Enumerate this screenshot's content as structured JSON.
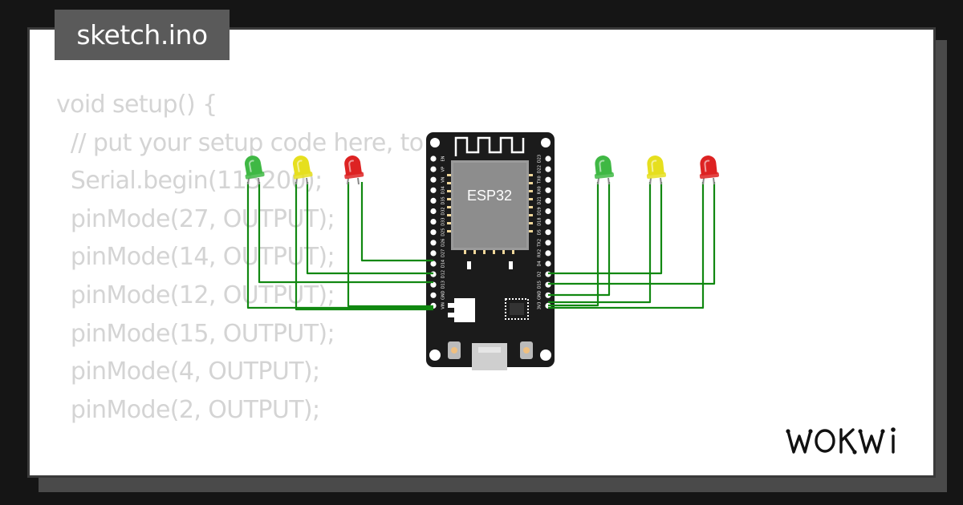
{
  "file_tab": {
    "label": "sketch.ino"
  },
  "code_lines": [
    "void setup() {",
    "  // put your setup code here, to run once:",
    "  Serial.begin(115200);",
    "  pinMode(27, OUTPUT);",
    "  pinMode(14, OUTPUT);",
    "  pinMode(12, OUTPUT);",
    "  pinMode(15, OUTPUT);",
    "  pinMode(4, OUTPUT);",
    "  pinMode(2, OUTPUT);"
  ],
  "board": {
    "chip_label": "ESP32",
    "left_pins": [
      "EN",
      "VP",
      "VN",
      "D34",
      "D35",
      "D32",
      "D33",
      "D25",
      "D26",
      "D27",
      "D14",
      "D12",
      "D13",
      "GND",
      "VIN"
    ],
    "right_pins": [
      "D23",
      "D22",
      "TX0",
      "RX0",
      "D21",
      "D19",
      "D18",
      "D5",
      "TX2",
      "RX2",
      "D4",
      "D2",
      "D15",
      "GND",
      "3V3"
    ]
  },
  "leds": [
    {
      "name": "led-left-green",
      "color": "#3fb844"
    },
    {
      "name": "led-left-yellow",
      "color": "#e6df1e"
    },
    {
      "name": "led-left-red",
      "color": "#dd2222"
    },
    {
      "name": "led-right-green",
      "color": "#3fb844"
    },
    {
      "name": "led-right-yellow",
      "color": "#e6df1e"
    },
    {
      "name": "led-right-red",
      "color": "#dd2222"
    }
  ],
  "colors": {
    "wire": "#118811",
    "board": "#1b1b1b",
    "background": "#151515",
    "card": "#ffffff",
    "code_text": "#d4d4d4",
    "tab": "#5a5a5a"
  },
  "brand": {
    "logo_text": "WOKWI"
  }
}
